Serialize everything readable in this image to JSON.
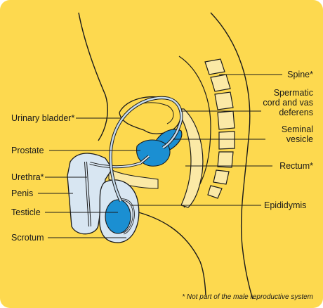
{
  "labels": {
    "urinary_bladder": "Urinary bladder*",
    "prostate": "Prostate",
    "urethra": "Urethra*",
    "penis": "Penis",
    "testicle": "Testicle",
    "scrotum": "Scrotum",
    "spine": "Spine*",
    "spermatic_cord_line1": "Spermatic",
    "spermatic_cord_line2": "cord and vas",
    "spermatic_cord_line3": "deferens",
    "seminal_vesicle_line1": "Seminal",
    "seminal_vesicle_line2": "vesicle",
    "rectum": "Rectum*",
    "epididymis": "Epididymis"
  },
  "footnote": "* Not part of the male reproductive system",
  "colors": {
    "background": "#FDD94F",
    "pale_blue": "#D8E6F2",
    "organ_blue": "#1B8FD2",
    "outline": "#1a1a1a",
    "tube_fill": "#C8DDEE",
    "pale_yellow": "#FBE9A6"
  }
}
